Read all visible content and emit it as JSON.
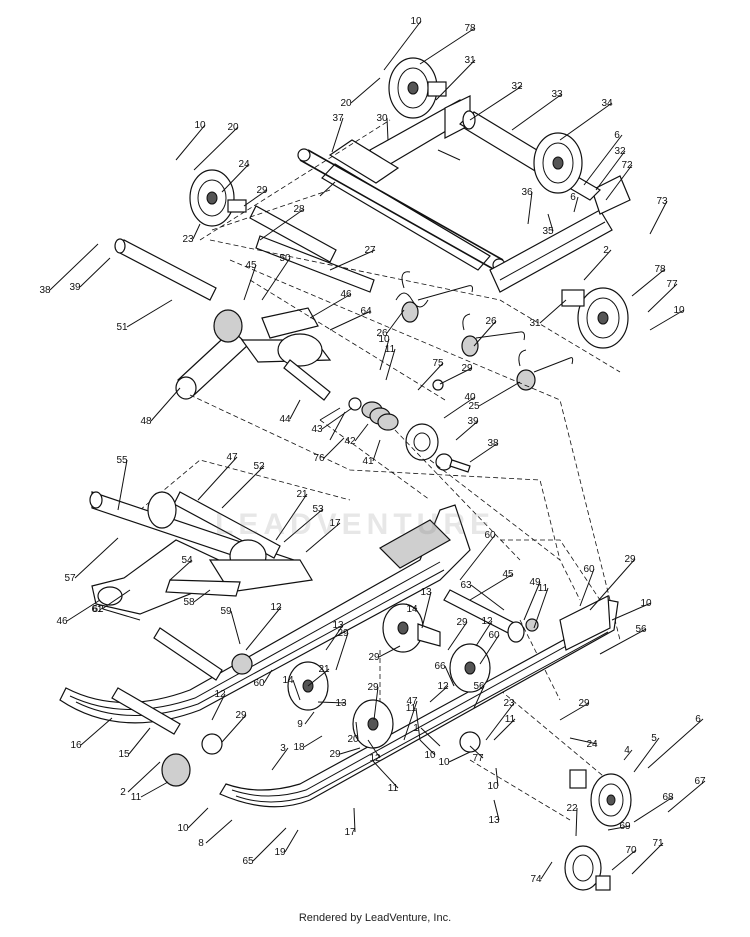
{
  "footer_text": "Rendered by LeadVenture, Inc.",
  "watermark_text": "LEADVENTURE",
  "callouts": [
    "10",
    "78",
    "31",
    "32",
    "33",
    "34",
    "6",
    "32",
    "72",
    "73",
    "36",
    "35",
    "6",
    "2",
    "78",
    "77",
    "10",
    "20",
    "37",
    "30",
    "10",
    "20",
    "24",
    "29",
    "23",
    "28",
    "27",
    "38",
    "39",
    "45",
    "50",
    "46",
    "64",
    "26",
    "26",
    "31",
    "25",
    "51",
    "10",
    "11",
    "75",
    "29",
    "40",
    "48",
    "44",
    "43",
    "42",
    "76",
    "41",
    "39",
    "38",
    "47",
    "52",
    "55",
    "21",
    "53",
    "17",
    "60",
    "29",
    "63",
    "45",
    "49",
    "11",
    "10",
    "56",
    "57",
    "46",
    "54",
    "58",
    "59",
    "12",
    "13",
    "29",
    "60",
    "14",
    "13",
    "29",
    "12",
    "60",
    "29",
    "66",
    "21",
    "12",
    "56",
    "47",
    "1",
    "61",
    "62",
    "16",
    "12",
    "29",
    "15",
    "60",
    "14",
    "29",
    "9",
    "13",
    "18",
    "12",
    "20",
    "29",
    "10",
    "11",
    "11",
    "23",
    "24",
    "29",
    "6",
    "5",
    "4",
    "3",
    "2",
    "11",
    "10",
    "8",
    "65",
    "19",
    "17",
    "11",
    "10",
    "77",
    "10",
    "13",
    "68",
    "67",
    "69",
    "22",
    "70",
    "71",
    "74"
  ]
}
